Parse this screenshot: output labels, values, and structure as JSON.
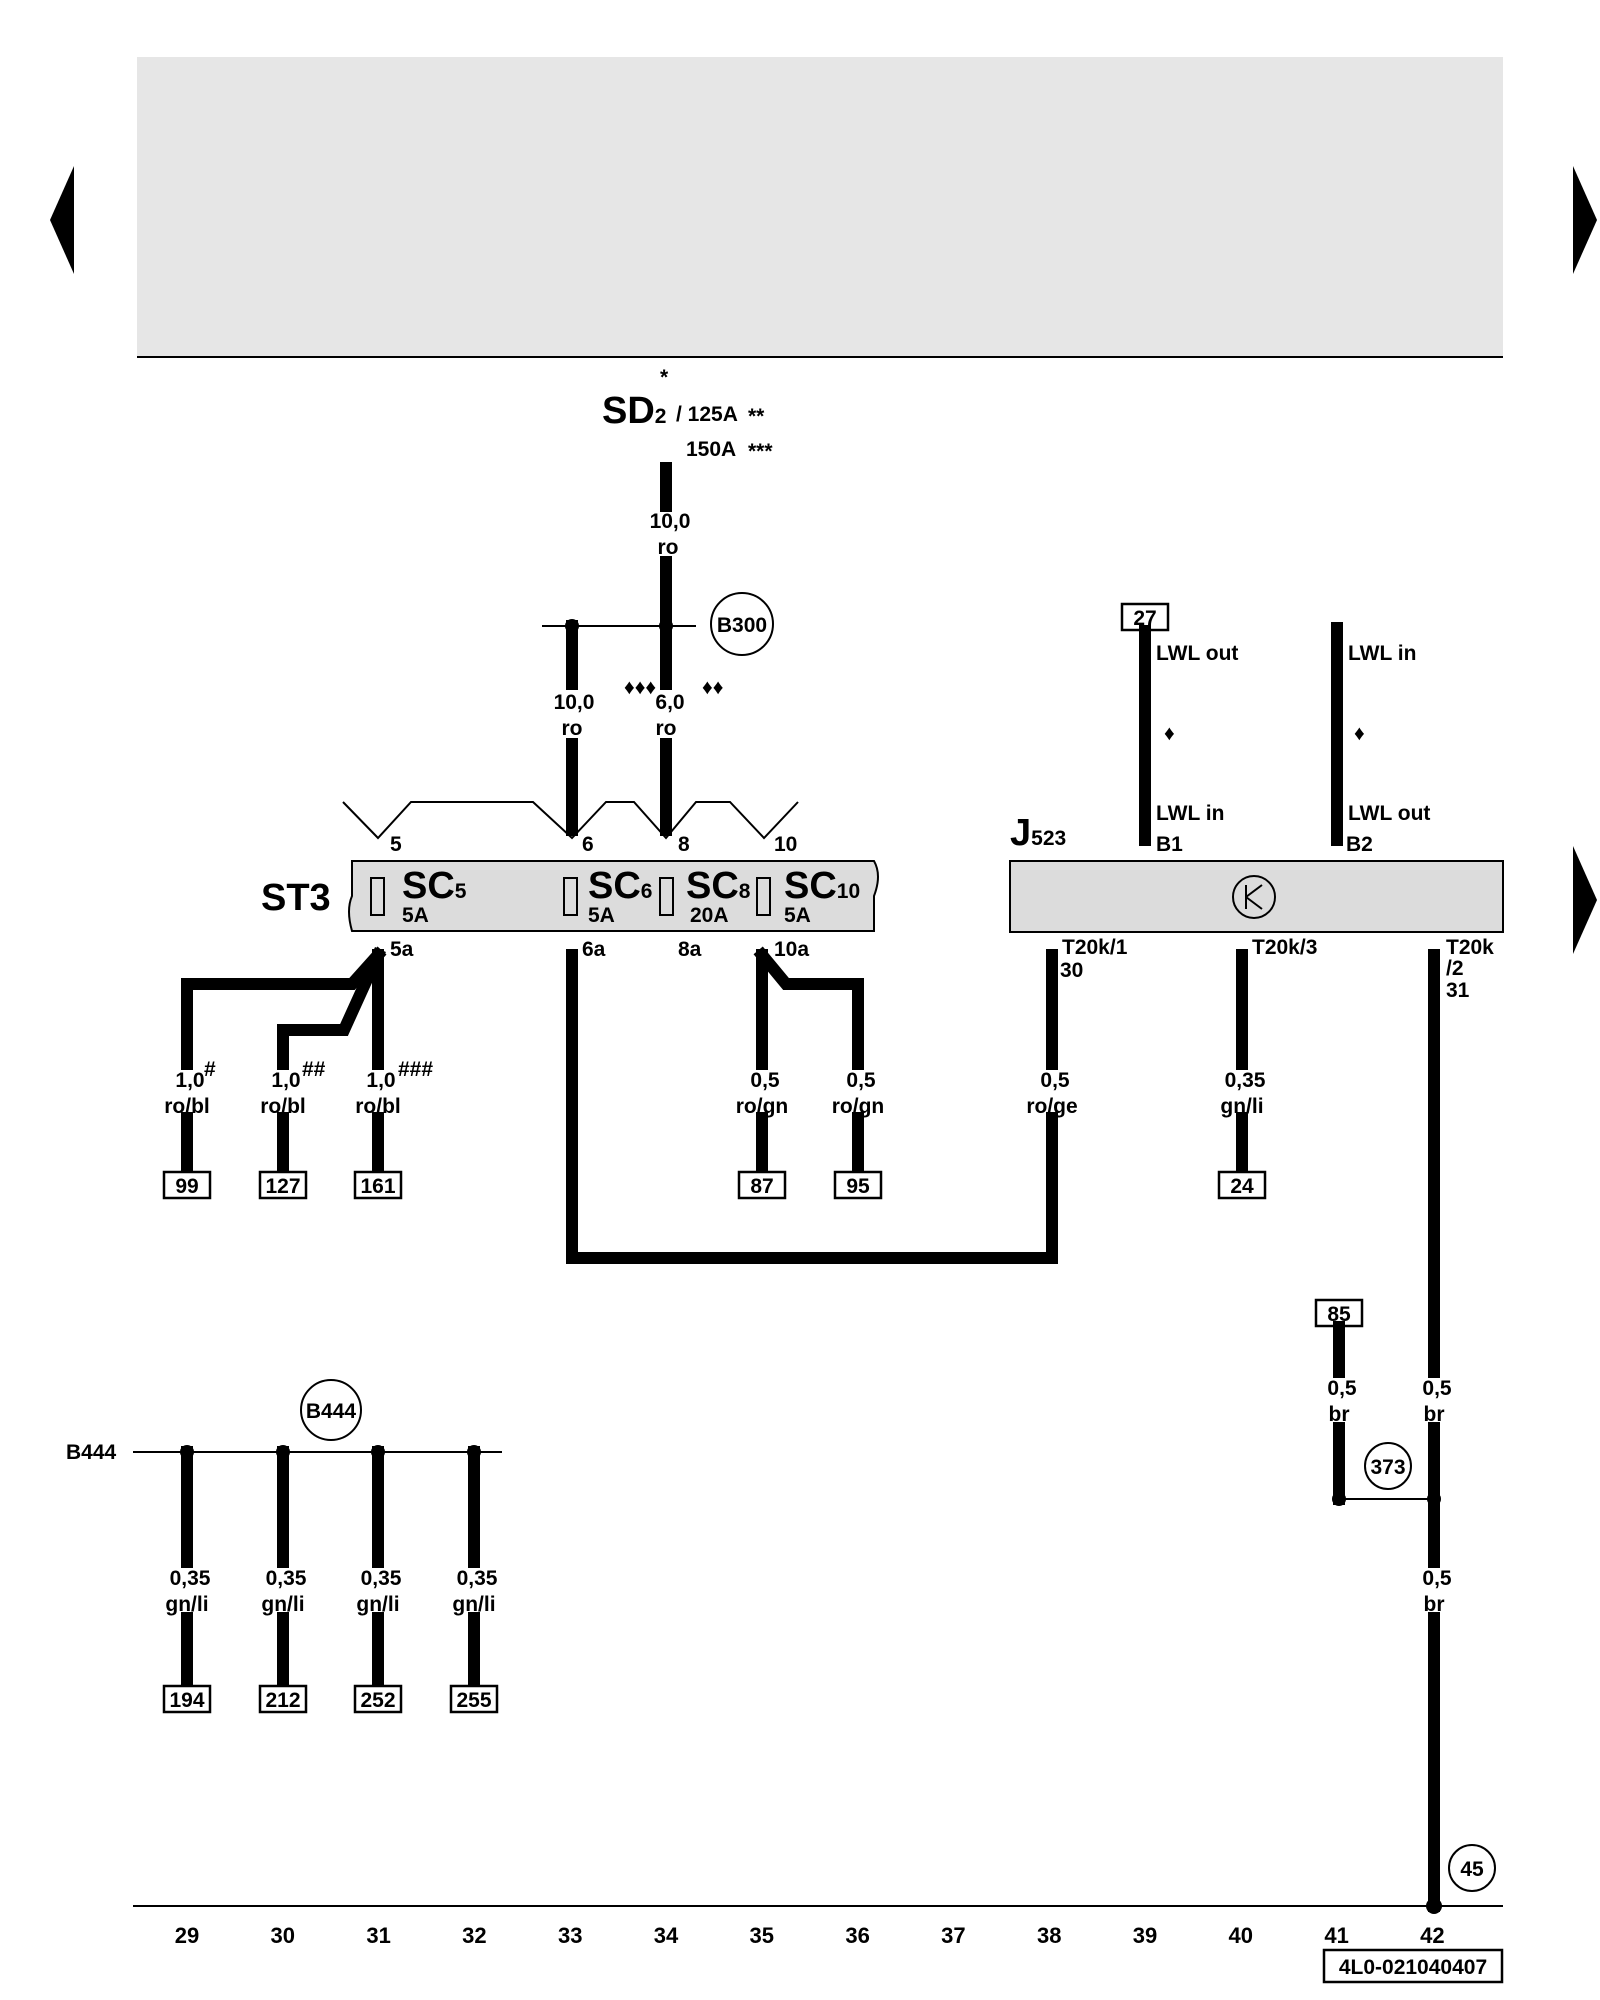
{
  "fuse_main": {
    "name": "SD",
    "subscript": "2",
    "asterisk": "*",
    "rating_line1": "/ 125A",
    "stars_line1": "**",
    "rating_line2": "150A",
    "stars_line2": "***"
  },
  "main_wire": {
    "size": "10,0",
    "color": "ro"
  },
  "connector_b300": "B300",
  "branch_wires": [
    {
      "size": "10,0",
      "color": "ro",
      "marks": "♦♦♦"
    },
    {
      "size": "6,0",
      "color": "ro",
      "marks": "♦♦"
    }
  ],
  "fuse_holder": {
    "name": "ST3",
    "fuses": [
      {
        "name": "SC",
        "sub": "5",
        "rating": "5A",
        "in_pin": "5",
        "out_pin": "5a"
      },
      {
        "name": "SC",
        "sub": "6",
        "rating": "5A",
        "in_pin": "6",
        "out_pin": "6a"
      },
      {
        "name": "SC",
        "sub": "8",
        "rating": "20A",
        "in_pin": "8",
        "out_pin": "8a"
      },
      {
        "name": "SC",
        "sub": "10",
        "rating": "5A",
        "in_pin": "10",
        "out_pin": "10a"
      }
    ]
  },
  "module_j523": {
    "name": "J",
    "sub": "523",
    "pins_top": [
      "B1",
      "B2"
    ],
    "pins_bottom": [
      {
        "pin": "T20k/1",
        "extra": "30"
      },
      {
        "pin": "T20k/3",
        "extra": ""
      },
      {
        "pin": "T20k",
        "extra": "/2",
        "extra2": "31"
      }
    ]
  },
  "fiber_optic": {
    "left": {
      "ref": "27",
      "top_label": "LWL out",
      "bottom_label": "LWL in",
      "mark": "♦"
    },
    "right": {
      "top_label": "LWL in",
      "bottom_label": "LWL out",
      "mark": "♦"
    }
  },
  "wires": [
    {
      "size": "1,0",
      "mark": "#",
      "color": "ro/bl",
      "ref": "99"
    },
    {
      "size": "1,0",
      "mark": "##",
      "color": "ro/bl",
      "ref": "127"
    },
    {
      "size": "1,0",
      "mark": "###",
      "color": "ro/bl",
      "ref": "161"
    },
    {
      "size": "0,5",
      "mark": "",
      "color": "ro/gn",
      "ref": "87"
    },
    {
      "size": "0,5",
      "mark": "",
      "color": "ro/gn",
      "ref": "95"
    },
    {
      "size": "0,5",
      "mark": "",
      "color": "ro/ge",
      "ref": ""
    },
    {
      "size": "0,35",
      "mark": "",
      "color": "gn/li",
      "ref": "24"
    }
  ],
  "ground_wires": [
    {
      "size": "0,5",
      "color": "br",
      "ref": "85"
    },
    {
      "size": "0,5",
      "color": "br"
    },
    {
      "size": "0,5",
      "color": "br"
    }
  ],
  "ground_connector": "373",
  "ground_point": "45",
  "bus_b444": {
    "label": "B444",
    "connector": "B444",
    "wires": [
      {
        "size": "0,35",
        "color": "gn/li",
        "ref": "194"
      },
      {
        "size": "0,35",
        "color": "gn/li",
        "ref": "212"
      },
      {
        "size": "0,35",
        "color": "gn/li",
        "ref": "252"
      },
      {
        "size": "0,35",
        "color": "gn/li",
        "ref": "255"
      }
    ]
  },
  "columns": [
    "29",
    "30",
    "31",
    "32",
    "33",
    "34",
    "35",
    "36",
    "37",
    "38",
    "39",
    "40",
    "41",
    "42"
  ],
  "doc_id": "4L0-021040407",
  "colors": {
    "header_bg": "#e6e6e6",
    "component_fill": "#dcdcdc",
    "ink": "#000000"
  }
}
